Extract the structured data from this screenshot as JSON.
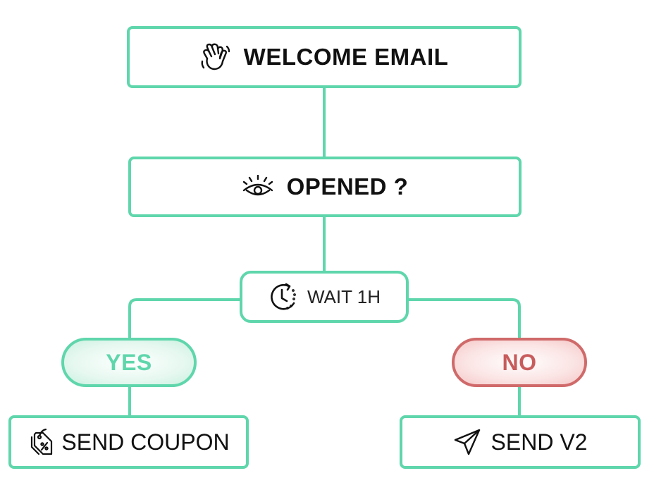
{
  "nodes": {
    "welcome": {
      "label": "WELCOME EMAIL",
      "icon": "waving-hand-icon"
    },
    "opened": {
      "label": "OPENED ?",
      "icon": "eye-icon"
    },
    "wait": {
      "label": "WAIT 1H",
      "icon": "clock-icon"
    },
    "yes": {
      "label": "YES"
    },
    "no": {
      "label": "NO"
    },
    "send_coupon": {
      "label": "SEND COUPON",
      "icon": "discount-tag-icon"
    },
    "send_v2": {
      "label": "SEND V2",
      "icon": "paper-plane-icon"
    }
  },
  "colors": {
    "accent": "#5fd6ac",
    "no_border": "#d06a6a",
    "no_text": "#c85c5c",
    "text": "#111111"
  }
}
